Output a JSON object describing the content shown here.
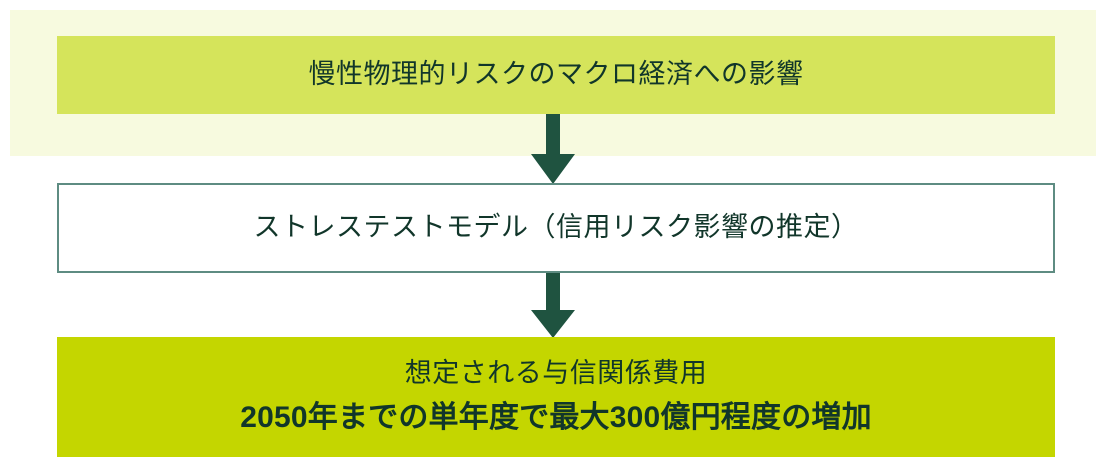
{
  "diagram": {
    "type": "vertical-flowchart",
    "title": "",
    "colors": {
      "backdrop": "#f7fadf",
      "box1_fill": "#d5e45b",
      "box2_fill": "#ffffff",
      "box2_border": "#5e8c82",
      "box3_fill": "#c4d600",
      "text": "#11362a",
      "arrow": "#1f5340"
    },
    "nodes": [
      {
        "id": "node-macro-impact",
        "lines": [
          {
            "text": "慢性物理的リスクのマクロ経済への影響",
            "bold": false
          }
        ]
      },
      {
        "id": "node-stress-test-model",
        "lines": [
          {
            "text": "ストレステストモデル（信用リスク影響の推定）",
            "bold": false
          }
        ]
      },
      {
        "id": "node-credit-cost",
        "lines": [
          {
            "text": "想定される与信関係費用",
            "bold": false
          },
          {
            "text": "2050年までの単年度で最大300億円程度の増加",
            "bold": true
          }
        ]
      }
    ],
    "connectors": [
      {
        "id": "arrow-1",
        "from": "node-macro-impact",
        "to": "node-stress-test-model",
        "icon": "down-arrow-icon"
      },
      {
        "id": "arrow-2",
        "from": "node-stress-test-model",
        "to": "node-credit-cost",
        "icon": "down-arrow-icon"
      }
    ]
  }
}
